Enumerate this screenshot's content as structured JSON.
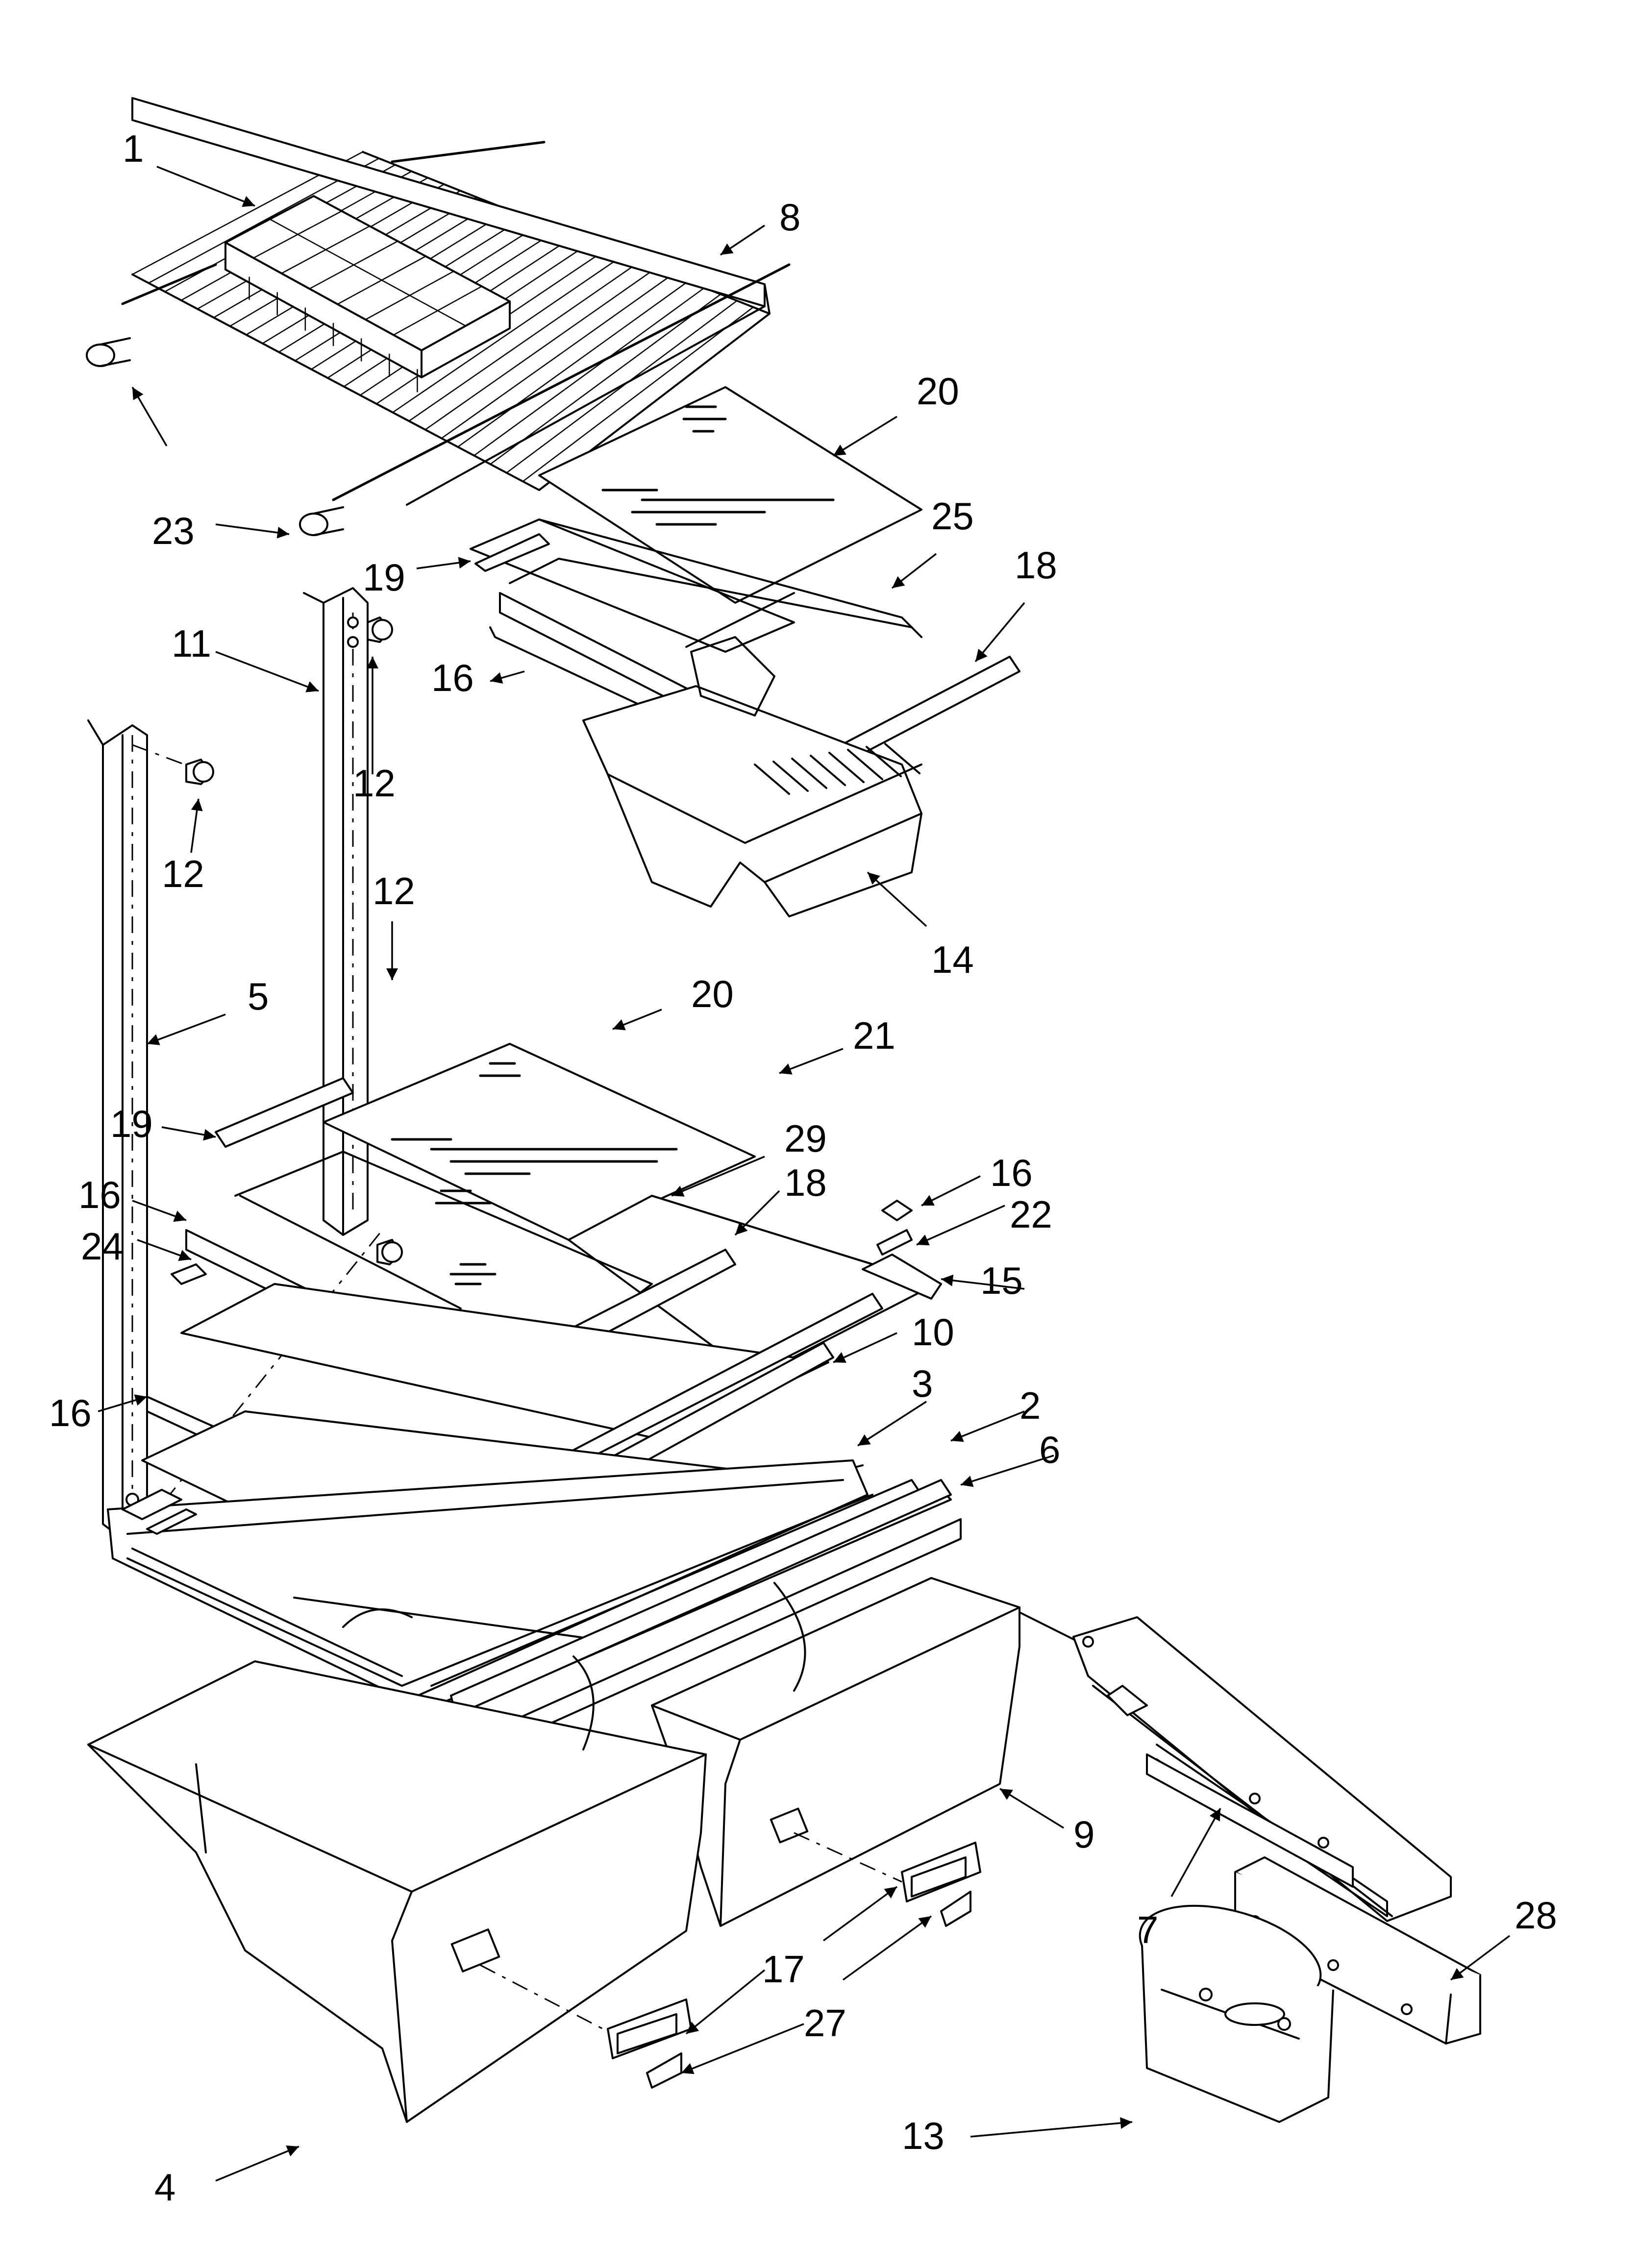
{
  "diagram": {
    "callouts": [
      {
        "id": "c1",
        "label": "1"
      },
      {
        "id": "c8",
        "label": "8"
      },
      {
        "id": "c20a",
        "label": "20"
      },
      {
        "id": "c25",
        "label": "25"
      },
      {
        "id": "c18a",
        "label": "18"
      },
      {
        "id": "c23",
        "label": "23"
      },
      {
        "id": "c19a",
        "label": "19"
      },
      {
        "id": "c11",
        "label": "11"
      },
      {
        "id": "c16a",
        "label": "16"
      },
      {
        "id": "c12a",
        "label": "12"
      },
      {
        "id": "c12b",
        "label": "12"
      },
      {
        "id": "c12c",
        "label": "12"
      },
      {
        "id": "c14",
        "label": "14"
      },
      {
        "id": "c5",
        "label": "5"
      },
      {
        "id": "c20b",
        "label": "20"
      },
      {
        "id": "c21",
        "label": "21"
      },
      {
        "id": "c19b",
        "label": "19"
      },
      {
        "id": "c29",
        "label": "29"
      },
      {
        "id": "c16b",
        "label": "16"
      },
      {
        "id": "c18b",
        "label": "18"
      },
      {
        "id": "c16c",
        "label": "16"
      },
      {
        "id": "c22",
        "label": "22"
      },
      {
        "id": "c24",
        "label": "24"
      },
      {
        "id": "c15",
        "label": "15"
      },
      {
        "id": "c10",
        "label": "10"
      },
      {
        "id": "c16d",
        "label": "16"
      },
      {
        "id": "c3",
        "label": "3"
      },
      {
        "id": "c2",
        "label": "2"
      },
      {
        "id": "c6",
        "label": "6"
      },
      {
        "id": "c9",
        "label": "9"
      },
      {
        "id": "c7",
        "label": "7"
      },
      {
        "id": "c28",
        "label": "28"
      },
      {
        "id": "c17",
        "label": "17"
      },
      {
        "id": "c27",
        "label": "27"
      },
      {
        "id": "c13",
        "label": "13"
      },
      {
        "id": "c4",
        "label": "4"
      }
    ]
  }
}
